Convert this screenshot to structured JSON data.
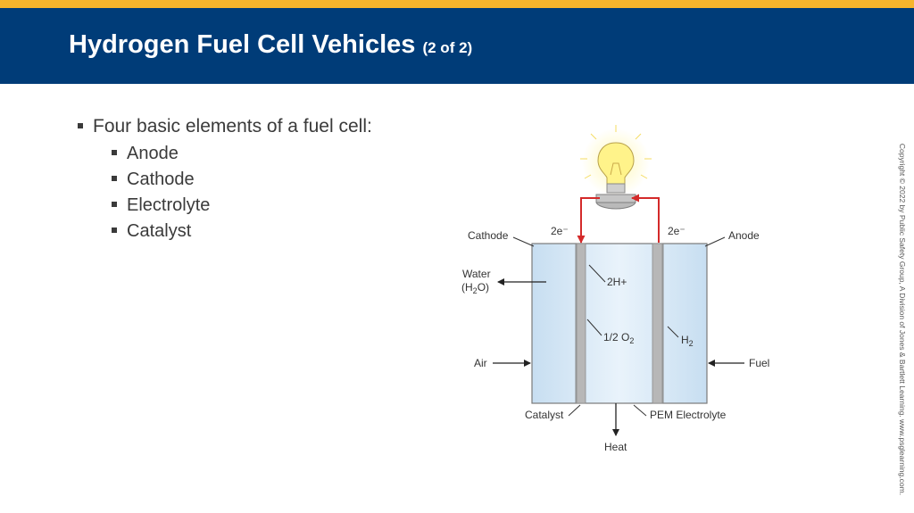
{
  "slide": {
    "title": "Hydrogen Fuel Cell Vehicles",
    "title_suffix": "(2 of 2)",
    "bullet": "Four basic elements of a fuel cell:",
    "sub_bullets": [
      "Anode",
      "Cathode",
      "Electrolyte",
      "Catalyst"
    ],
    "copyright": "Copyright © 2022 by Public Safety Group, A Division of Jones & Bartlett Learning. www.psglearning.com."
  },
  "diagram": {
    "labels": {
      "cathode": "Cathode",
      "anode": "Anode",
      "electron_left": "2e⁻",
      "electron_right": "2e⁻",
      "water_line1": "Water",
      "water_line2_pre": "(H",
      "water_line2_sub": "2",
      "water_line2_post": "O)",
      "air": "Air",
      "fuel": "Fuel",
      "protons": "2H+",
      "oxygen_pre": "1/2 O",
      "oxygen_sub": "2",
      "hydrogen_pre": "H",
      "hydrogen_sub": "2",
      "catalyst": "Catalyst",
      "pem": "PEM Electrolyte",
      "heat": "Heat"
    },
    "colors": {
      "circuit": "#d42a2a",
      "cell_fill": "#d4e6f4",
      "bulb": "#fff38a"
    },
    "icons": [
      "light-bulb-icon"
    ]
  }
}
